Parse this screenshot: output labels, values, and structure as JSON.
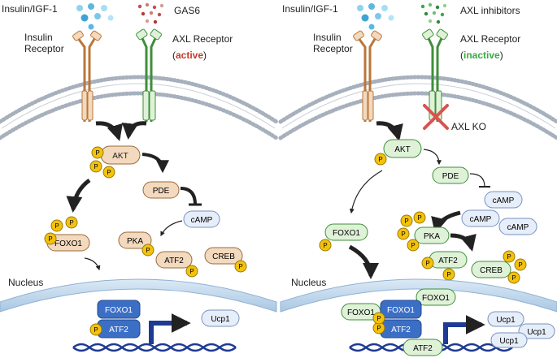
{
  "left_panel": {
    "ligand_label": "Insulin/IGF-1",
    "gas6_label": "GAS6",
    "receptor_label_line1": "Insulin",
    "receptor_label_line2": "Receptor",
    "axl_label": "AXL Receptor",
    "axl_state": "active",
    "nodes": {
      "akt": "AKT",
      "pde": "PDE",
      "camp": "cAMP",
      "foxo1": "FOXO1",
      "pka": "PKA",
      "atf2": "ATF2",
      "creb": "CREB",
      "nucleus_label": "Nucleus",
      "nuclear_foxo1": "FOXO1",
      "nuclear_atf2": "ATF2",
      "ucp1": "Ucp1",
      "phospho": "P"
    }
  },
  "right_panel": {
    "ligand_label": "Insulin/IGF-1",
    "inhibitor_label": "AXL inhibitors",
    "receptor_label_line1": "Insulin",
    "receptor_label_line2": "Receptor",
    "axl_label": "AXL Receptor",
    "axl_state": "inactive",
    "ko_label": "AXL KO",
    "nodes": {
      "akt": "AKT",
      "pde": "PDE",
      "camp": "cAMP",
      "foxo1": "FOXO1",
      "pka": "PKA",
      "atf2": "ATF2",
      "creb": "CREB",
      "nucleus_label": "Nucleus",
      "nuclear_foxo1": "FOXO1",
      "nuclear_atf2": "ATF2",
      "ucp1": "Ucp1",
      "phospho": "P"
    }
  },
  "colors": {
    "active": "#c0392b",
    "inactive": "#3aa845",
    "akt_fill": "#f3d9bd",
    "green_fill": "#dff2d8",
    "blue_fill": "#e6eefa",
    "nuclear_blue": "#3b6fc6",
    "phospho": "#f4c20d",
    "dna": "#1f3a93",
    "membrane": "#9aa4b2"
  }
}
